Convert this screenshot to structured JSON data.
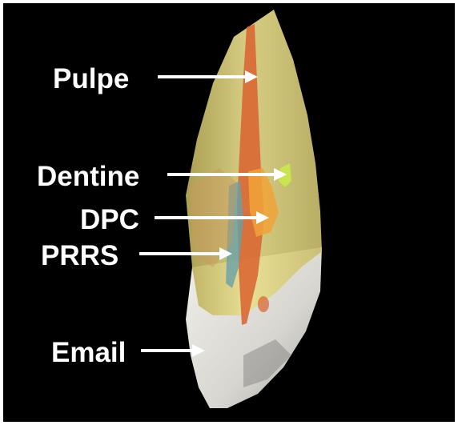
{
  "labels": {
    "pulpe": "Pulpe",
    "dentine": "Dentine",
    "dpc": "DPC",
    "prrs": "PRRS",
    "email": "Email"
  },
  "colors": {
    "background": "#000000",
    "dentine": "#e8dd8a",
    "pulpe": "#d9622e",
    "dpc": "#f0a338",
    "prrs": "#6aa0a8",
    "email": "#e6e4e0",
    "dentine_marker": "#c8e84a",
    "label_text": "#ffffff",
    "arrow": "#ffffff"
  }
}
